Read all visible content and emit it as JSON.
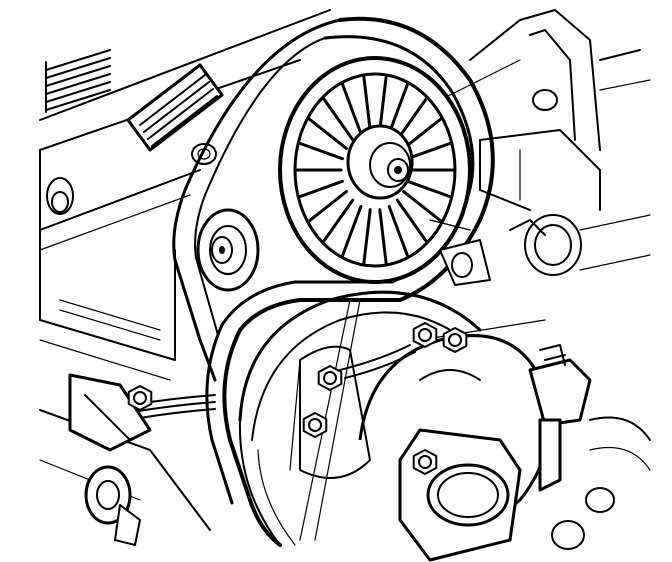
{
  "figure": {
    "kind": "engine accessory drive belt line drawing",
    "palette": {
      "ink": "#000000",
      "paper": "#ffffff"
    },
    "pulley": {
      "spokes": 22
    },
    "bolt_count": 6
  }
}
